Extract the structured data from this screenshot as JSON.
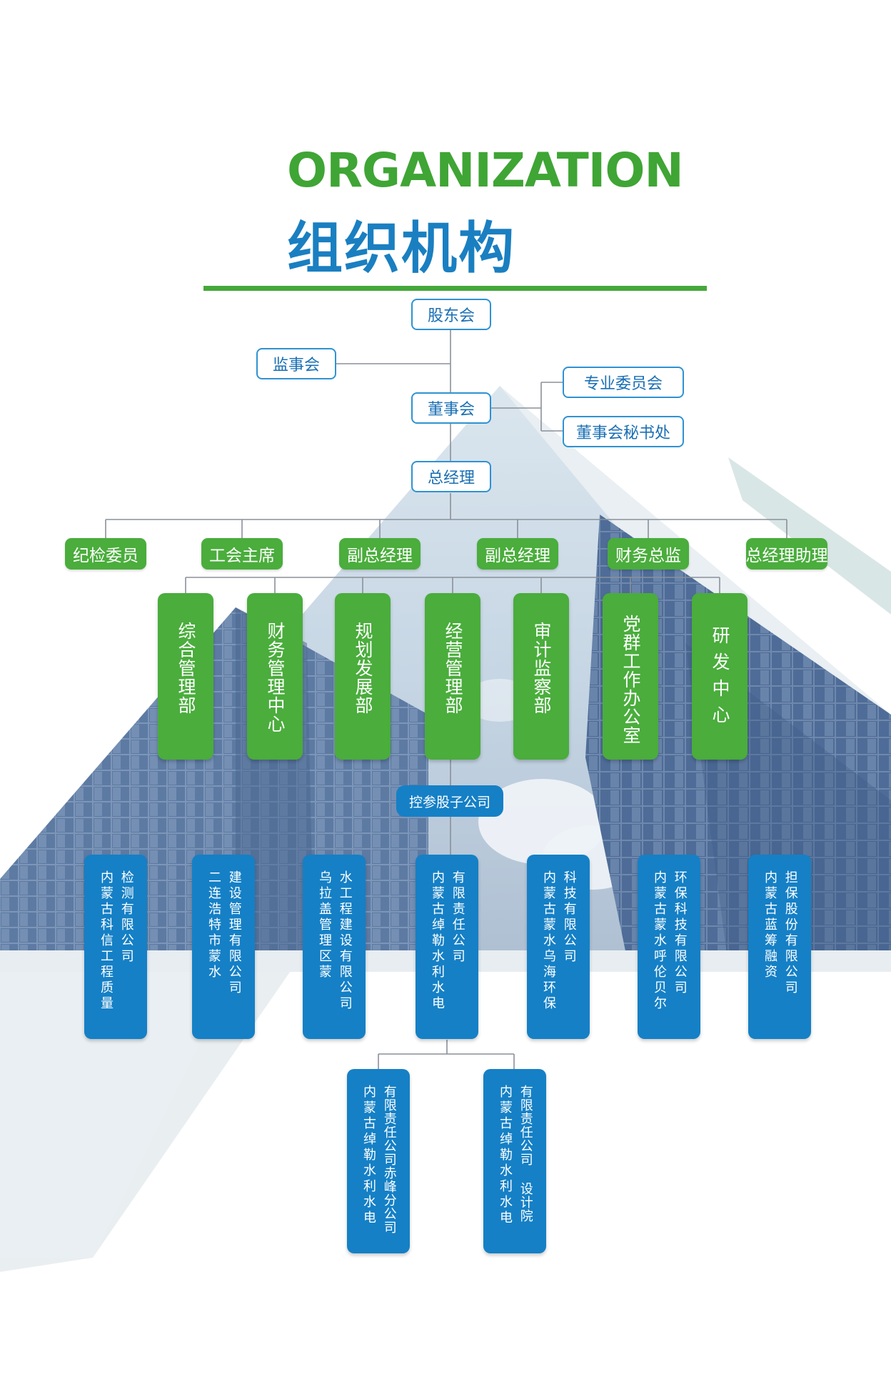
{
  "title_en": "ORGANIZATION",
  "title_cn": "组织机构",
  "top_nodes": {
    "shareholders": "股东会",
    "supervisors": "监事会",
    "board": "董事会",
    "committee": "专业委员会",
    "secretariat": "董事会秘书处",
    "gm": "总经理"
  },
  "executives": [
    "纪检委员",
    "工会主席",
    "副总经理",
    "副总经理",
    "财务总监",
    "总经理助理"
  ],
  "departments": [
    "综合管理部",
    "财务管理中心",
    "规划发展部",
    "经营管理部",
    "审计监察部",
    "党群工作办公室",
    "研发中心"
  ],
  "holdings_label": "控参股子公司",
  "subsidiaries": [
    {
      "col1": "内蒙古科信工程质量",
      "col2": "检测有限公司"
    },
    {
      "col1": "二连浩特市蒙水",
      "col2": "建设管理有限公司"
    },
    {
      "col1": "乌拉盖管理区蒙",
      "col2": "水工程建设有限公司"
    },
    {
      "col1": "内蒙古绰勒水利水电",
      "col2": "有限责任公司"
    },
    {
      "col1": "内蒙古蒙水乌海环保",
      "col2": "科技有限公司"
    },
    {
      "col1": "内蒙古蒙水呼伦贝尔",
      "col2": "环保科技有限公司"
    },
    {
      "col1": "内蒙古蓝筹融资",
      "col2": "担保股份有限公司"
    }
  ],
  "branches": [
    {
      "col1": "内蒙古绰勒水利水电",
      "col2": "有限责任公司赤峰分公司"
    },
    {
      "col1": "内蒙古绰勒水利水电",
      "col2": "有限责任公司 设计院"
    }
  ],
  "colors": {
    "green": "#4aad3c",
    "blue": "#1580c6",
    "outline": "#2f92d2",
    "title_green": "#3fa535",
    "title_blue": "#1a7fc1"
  }
}
